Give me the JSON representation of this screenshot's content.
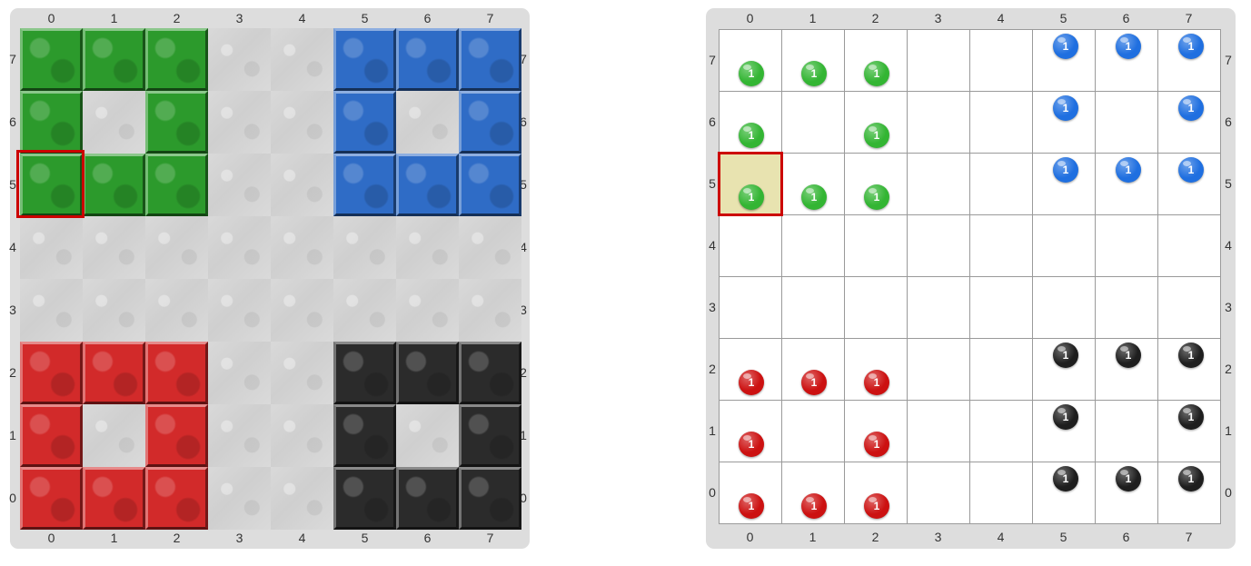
{
  "board": {
    "columns": [
      "0",
      "1",
      "2",
      "3",
      "4",
      "5",
      "6",
      "7"
    ],
    "rows": [
      "7",
      "6",
      "5",
      "4",
      "3",
      "2",
      "1",
      "0"
    ]
  },
  "colors": {
    "green": "#2c9a2c",
    "blue": "#2f6cc6",
    "red": "#d22a2a",
    "black": "#2b2b2b",
    "empty": "#d4d4d4",
    "selection": "#cc0000",
    "highlight": "#e8e3b0",
    "piece_green": "#33b533",
    "piece_blue": "#1f6fe0",
    "piece_red": "#cc1111",
    "piece_black": "#1e1e1e"
  },
  "left_board": {
    "layout": [
      "GGG..BBB",
      "G.G..B.B",
      "GGG..BBB",
      "........",
      "........",
      "RRR..KKK",
      "R.R..K.K",
      "RRR..KKK"
    ],
    "selected": {
      "col": 0,
      "row": 5
    }
  },
  "right_board": {
    "piece_label": "1",
    "selected": {
      "col": 0,
      "row": 5
    },
    "pieces": [
      {
        "color": "green",
        "col": 0,
        "row": 7
      },
      {
        "color": "green",
        "col": 1,
        "row": 7
      },
      {
        "color": "green",
        "col": 2,
        "row": 7
      },
      {
        "color": "green",
        "col": 0,
        "row": 6
      },
      {
        "color": "green",
        "col": 2,
        "row": 6
      },
      {
        "color": "green",
        "col": 0,
        "row": 5
      },
      {
        "color": "green",
        "col": 1,
        "row": 5
      },
      {
        "color": "green",
        "col": 2,
        "row": 5
      },
      {
        "color": "blue",
        "col": 5,
        "row": 7
      },
      {
        "color": "blue",
        "col": 6,
        "row": 7
      },
      {
        "color": "blue",
        "col": 7,
        "row": 7
      },
      {
        "color": "blue",
        "col": 5,
        "row": 6
      },
      {
        "color": "blue",
        "col": 7,
        "row": 6
      },
      {
        "color": "blue",
        "col": 5,
        "row": 5
      },
      {
        "color": "blue",
        "col": 6,
        "row": 5
      },
      {
        "color": "blue",
        "col": 7,
        "row": 5
      },
      {
        "color": "red",
        "col": 0,
        "row": 2
      },
      {
        "color": "red",
        "col": 1,
        "row": 2
      },
      {
        "color": "red",
        "col": 2,
        "row": 2
      },
      {
        "color": "red",
        "col": 0,
        "row": 1
      },
      {
        "color": "red",
        "col": 2,
        "row": 1
      },
      {
        "color": "red",
        "col": 0,
        "row": 0
      },
      {
        "color": "red",
        "col": 1,
        "row": 0
      },
      {
        "color": "red",
        "col": 2,
        "row": 0
      },
      {
        "color": "black",
        "col": 5,
        "row": 2
      },
      {
        "color": "black",
        "col": 6,
        "row": 2
      },
      {
        "color": "black",
        "col": 7,
        "row": 2
      },
      {
        "color": "black",
        "col": 5,
        "row": 1
      },
      {
        "color": "black",
        "col": 7,
        "row": 1
      },
      {
        "color": "black",
        "col": 5,
        "row": 0
      },
      {
        "color": "black",
        "col": 6,
        "row": 0
      },
      {
        "color": "black",
        "col": 7,
        "row": 0
      }
    ]
  }
}
